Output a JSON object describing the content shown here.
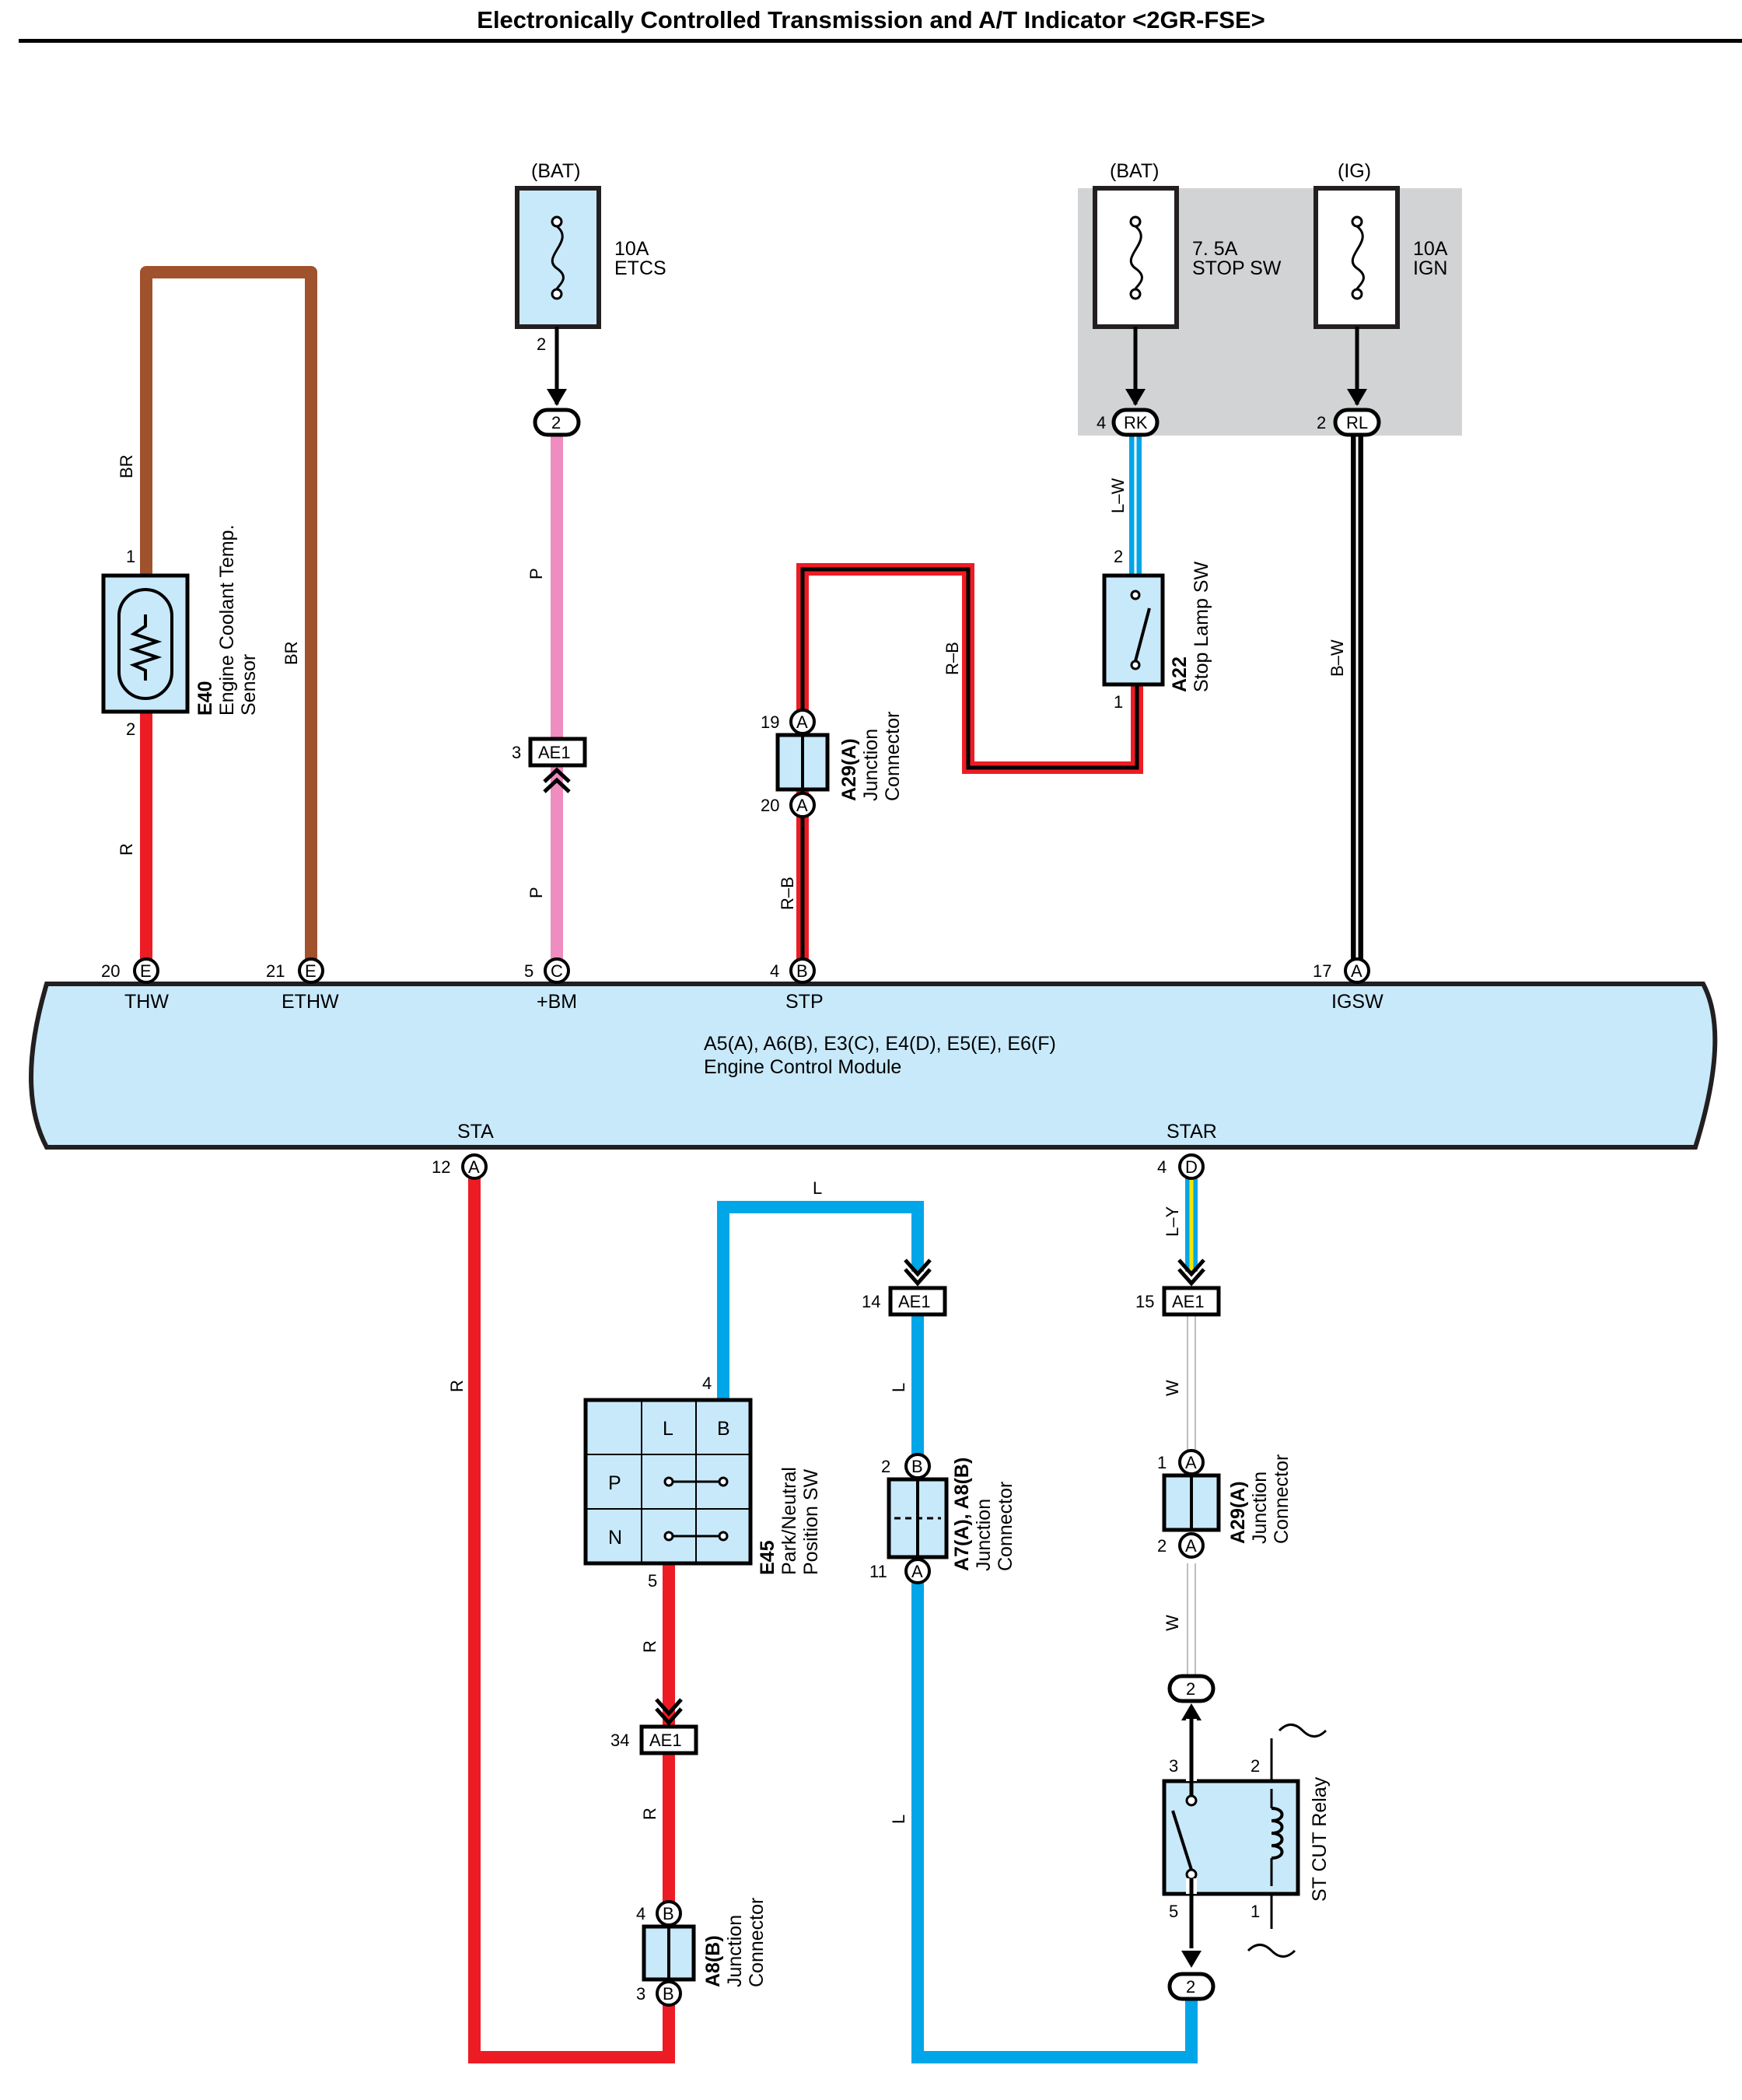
{
  "title": "Electronically Controlled Transmission and A/T Indicator <2GR-FSE>",
  "colors": {
    "brown": "#A0522D",
    "red": "#ED1C24",
    "pink": "#EF8CC0",
    "blue": "#00A6E8",
    "black": "#000000",
    "yellow": "#F4E700",
    "white_wire": "#BDBDBD",
    "component_fill": "#C8E9FA",
    "relay_block_fill": "#D1D3D4"
  },
  "fuses": {
    "etcs": {
      "source": "(BAT)",
      "rating": "10A",
      "name": "ETCS",
      "pin": "2"
    },
    "stop_sw": {
      "source": "(BAT)",
      "rating": "7. 5A",
      "name": "STOP SW"
    },
    "ign": {
      "source": "(IG)",
      "rating": "10A",
      "name": "IGN"
    }
  },
  "connectors": {
    "c2": "2",
    "rk": {
      "pin": "4",
      "code": "RK"
    },
    "rl": {
      "pin": "2",
      "code": "RL"
    },
    "ae1_3": {
      "pin": "3",
      "code": "AE1"
    },
    "ae1_14": {
      "pin": "14",
      "code": "AE1"
    },
    "ae1_15": {
      "pin": "15",
      "code": "AE1"
    },
    "ae1_34": {
      "pin": "34",
      "code": "AE1"
    },
    "a29_top": {
      "pin_in": "19",
      "pin_out": "20",
      "letter": "A",
      "code": "A29(A)",
      "name1": "Junction",
      "name2": "Connector"
    },
    "a29_bottom": {
      "pin_in": "1",
      "pin_out": "2",
      "letter": "A",
      "code": "A29(A)",
      "name1": "Junction",
      "name2": "Connector"
    },
    "a7a8": {
      "pin_in": "2",
      "pin_out": "11",
      "letter_in": "B",
      "letter_out": "A",
      "code": "A7(A), A8(B)",
      "name1": "Junction",
      "name2": "Connector"
    },
    "a8b": {
      "pin_in": "4",
      "pin_out": "3",
      "letter": "B",
      "code": "A8(B)",
      "name1": "Junction",
      "name2": "Connector"
    },
    "relay_top": "2",
    "relay_bottom": "2"
  },
  "components": {
    "e40": {
      "code": "E40",
      "name1": "Engine Coolant Temp.",
      "name2": "Sensor",
      "pin_top": "1",
      "pin_bottom": "2"
    },
    "a22": {
      "code": "A22",
      "name": "Stop Lamp SW",
      "pin_top": "2",
      "pin_bottom": "1"
    },
    "e45": {
      "code": "E45",
      "name1": "Park/Neutral",
      "name2": "Position SW",
      "pin_top": "4",
      "pin_bottom": "5",
      "cols": [
        "L",
        "B"
      ],
      "rows": [
        "P",
        "N"
      ]
    },
    "st_cut": {
      "name": "ST CUT Relay",
      "pins": {
        "p3": "3",
        "p2": "2",
        "p5": "5",
        "p1": "1"
      }
    }
  },
  "ecm": {
    "codes": "A5(A), A6(B), E3(C), E4(D), E5(E), E6(F)",
    "name": "Engine Control Module",
    "terminals_top": [
      {
        "pin": "20",
        "letter": "E",
        "name": "THW"
      },
      {
        "pin": "21",
        "letter": "E",
        "name": "ETHW"
      },
      {
        "pin": "5",
        "letter": "C",
        "name": "+BM"
      },
      {
        "pin": "4",
        "letter": "B",
        "name": "STP"
      },
      {
        "pin": "17",
        "letter": "A",
        "name": "IGSW"
      }
    ],
    "terminals_bottom": [
      {
        "pin": "12",
        "letter": "A",
        "name": "STA"
      },
      {
        "pin": "4",
        "letter": "D",
        "name": "STAR"
      }
    ]
  },
  "wire_labels": {
    "br1": "BR",
    "br2": "BR",
    "r_e40": "R",
    "p1": "P",
    "p2": "P",
    "rb1": "R–B",
    "rb2": "R–B",
    "lw": "L–W",
    "bw": "B–W",
    "r_sta": "R",
    "l_top": "L",
    "l1": "L",
    "l2": "L",
    "r_e45_1": "R",
    "r_e45_2": "R",
    "ly": "L–Y",
    "w1": "W",
    "w2": "W"
  }
}
